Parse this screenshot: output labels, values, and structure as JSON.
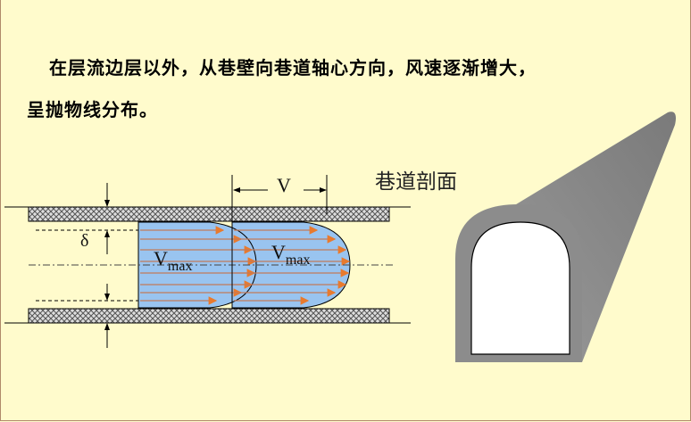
{
  "text": {
    "line1": "在层流边层以外，从巷壁向巷道轴心方向，风速逐渐增大，",
    "line2": "呈抛物线分布。"
  },
  "diagram": {
    "caption": "巷道剖面",
    "velocity_label": "V",
    "vmax_label_base": "V",
    "vmax_label_sub": "max",
    "delta_label": "δ",
    "colors": {
      "background": "#FFFBCC",
      "flow": "#99C4F0",
      "arrow": "#E87A2E",
      "tunnel": "#8C8C8C"
    }
  }
}
